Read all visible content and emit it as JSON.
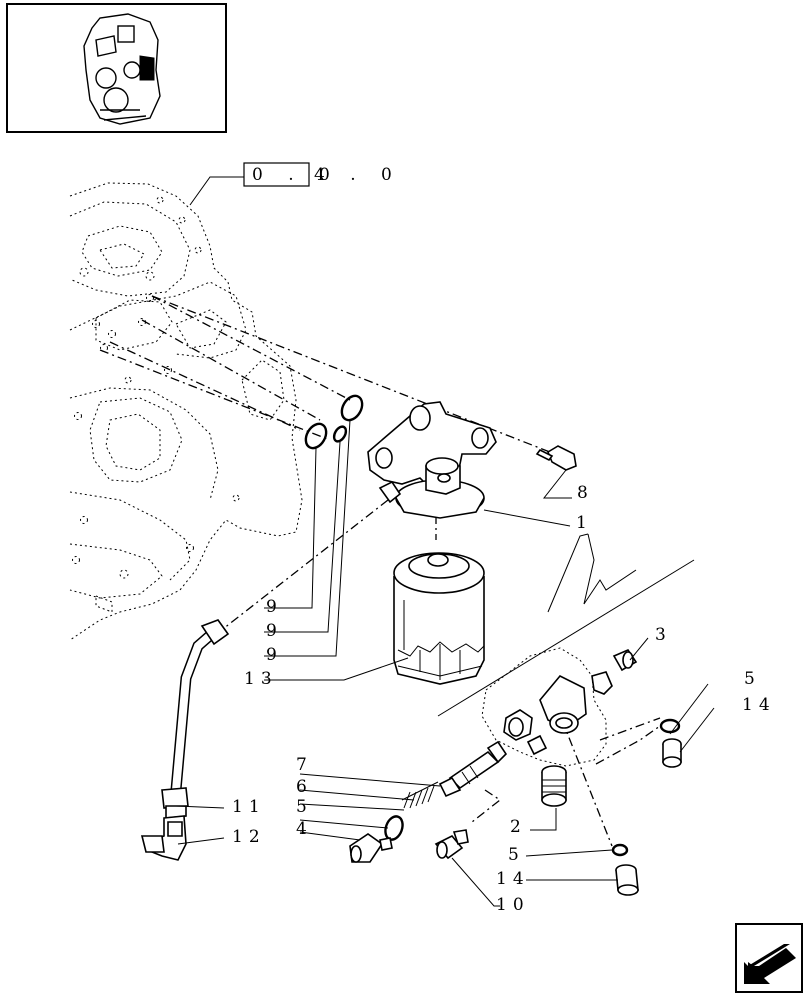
{
  "reference": {
    "boxed": "0 . 0",
    "rest": "4 . 0"
  },
  "callouts": {
    "c1": "1",
    "c2": "2",
    "c3": "3",
    "c4": "4",
    "c5a": "5",
    "c5b": "5",
    "c5c": "5",
    "c6": "6",
    "c7": "7",
    "c8": "8",
    "c9a": "9",
    "c9b": "9",
    "c9c": "9",
    "c10": "10",
    "c11": "11",
    "c12": "12",
    "c13": "13",
    "c14a": "14",
    "c14b": "14"
  },
  "icons": {
    "thumbnail": "engine-thumbnail-icon",
    "nav": "back-arrow-icon"
  }
}
